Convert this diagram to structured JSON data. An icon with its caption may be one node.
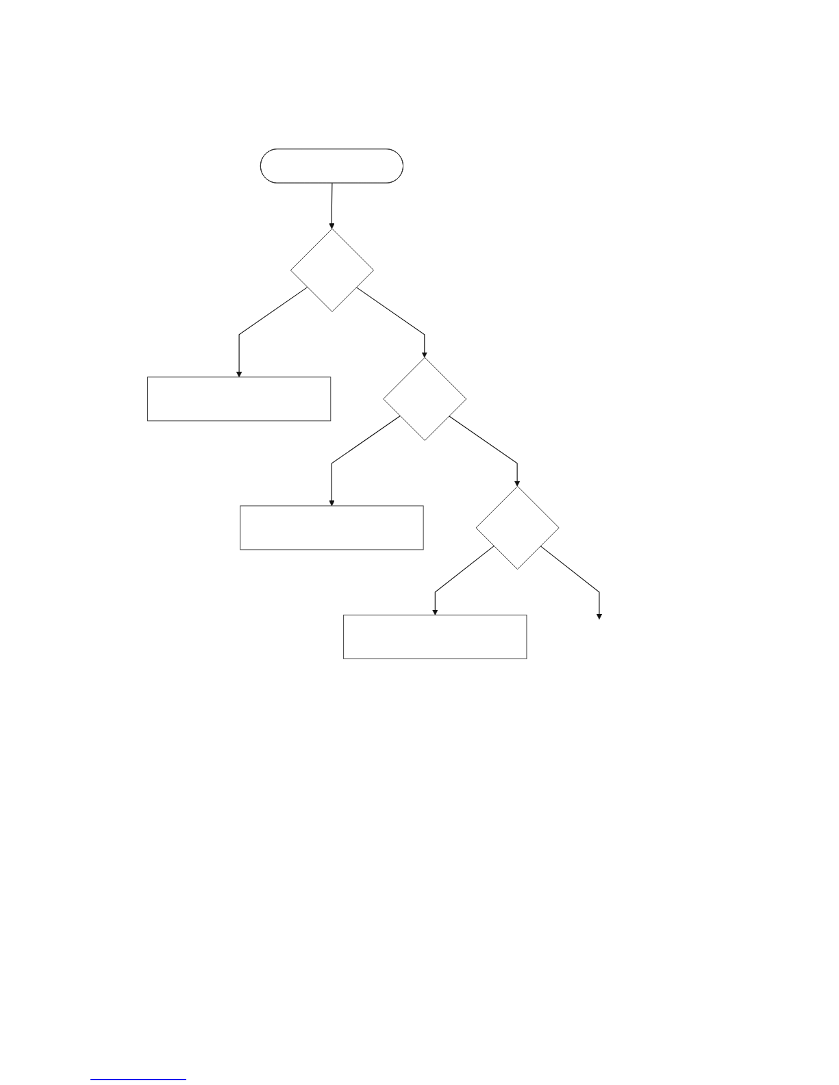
{
  "diagram": {
    "nodes": [
      {
        "text": [],
        "shape": "stadium"
      },
      {
        "text": [],
        "shape": "diamond"
      },
      {
        "text": [],
        "shape": "box"
      },
      {
        "text": [],
        "shape": "diamond"
      },
      {
        "text": [],
        "shape": "box"
      },
      {
        "text": [],
        "shape": "diamond"
      },
      {
        "text": [],
        "shape": "box"
      }
    ],
    "edges": [
      {
        "from": 0,
        "to": 1,
        "arrow": "to"
      },
      {
        "from": 1,
        "to": 2,
        "arrow": "to"
      },
      {
        "from": 1,
        "to": 3,
        "arrow": "to"
      },
      {
        "from": 3,
        "to": 4,
        "arrow": "to"
      },
      {
        "from": 3,
        "to": 5,
        "arrow": "to"
      },
      {
        "from": 5,
        "to": 6,
        "arrow": "to"
      },
      {
        "from": 5,
        "to": null,
        "arrow": "to"
      }
    ]
  }
}
